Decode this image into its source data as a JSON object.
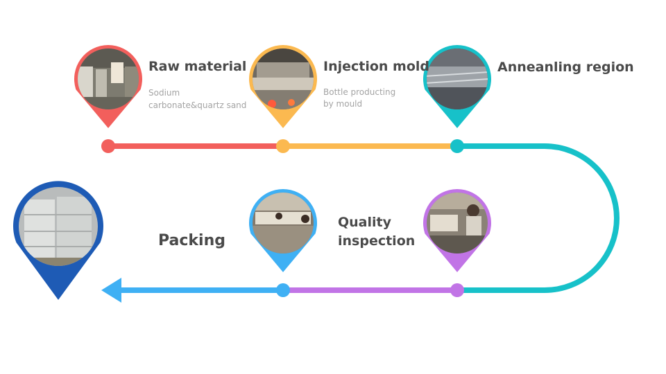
{
  "steps": [
    {
      "title": "Raw material",
      "subtitle_lines": [
        "Sodium",
        "carbonate&quartz sand"
      ],
      "color": "#f25f5c",
      "icon": "raw-material-photo"
    },
    {
      "title": "Injection mold",
      "subtitle_lines": [
        "Bottle producting",
        "by mould"
      ],
      "color": "#fbb950",
      "icon": "injection-mold-photo"
    },
    {
      "title": "Anneanling region",
      "subtitle_lines": [],
      "color": "#17c1c9",
      "icon": "annealing-photo"
    },
    {
      "title": "Quality inspection",
      "title_lines": [
        "Quality",
        "inspection"
      ],
      "subtitle_lines": [],
      "color": "#c174e6",
      "icon": "quality-photo"
    },
    {
      "title": "Packing",
      "subtitle_lines": [],
      "color": "#3fb0f4",
      "icon": "inspection-photo"
    },
    {
      "title": "",
      "subtitle_lines": [],
      "color": "#1e5bb5",
      "icon": "packing-photo"
    }
  ]
}
